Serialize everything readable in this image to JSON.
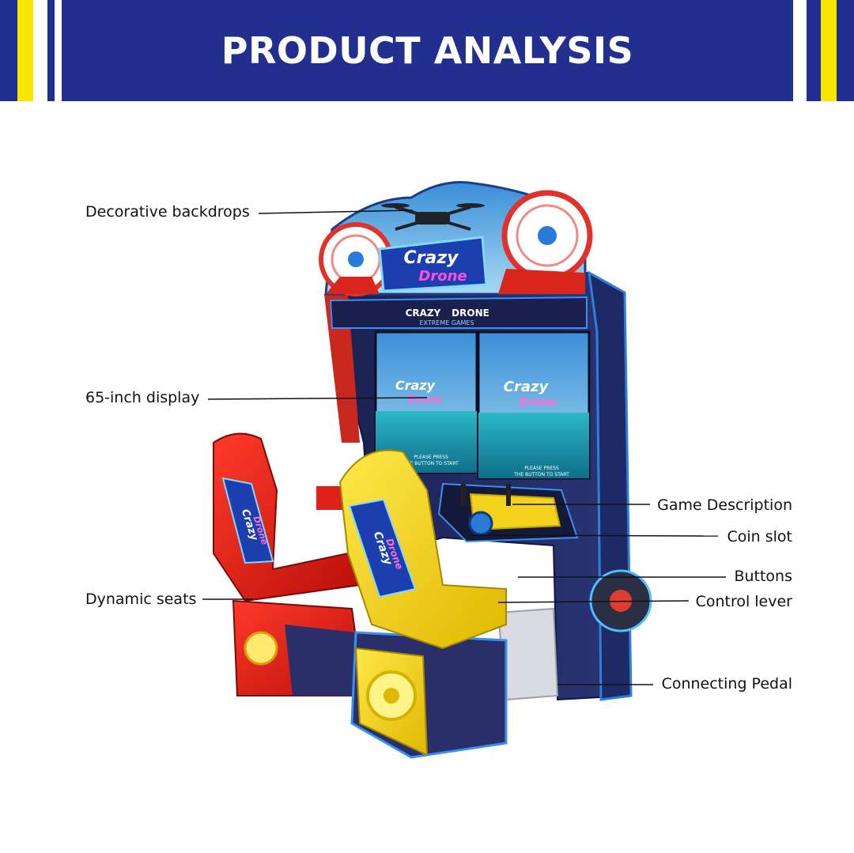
{
  "header": {
    "title": "PRODUCT ANALYSIS",
    "colors": {
      "banner": "#232f8e",
      "accent": "#f7e600"
    }
  },
  "product": {
    "marquee_logo": [
      "Crazy",
      "Drone"
    ],
    "sub_marquee": [
      "CRAZY",
      "DRONE",
      "EXTREME GAMES"
    ],
    "screen_logo": [
      "Crazy",
      "Drone"
    ],
    "screen_prompt": [
      "PLEASE PRESS",
      "THE BUTTON TO START"
    ],
    "seat_logo": [
      "Crazy",
      "Drone"
    ],
    "seat_colors": {
      "left": "#e0201a",
      "right": "#f2d21d"
    }
  },
  "callouts": {
    "left": [
      "Decorative backdrops",
      "65-inch display",
      "Dynamic seats"
    ],
    "right": [
      "Game Description",
      "Coin slot",
      "Buttons",
      "Control lever",
      "Connecting Pedal"
    ]
  }
}
